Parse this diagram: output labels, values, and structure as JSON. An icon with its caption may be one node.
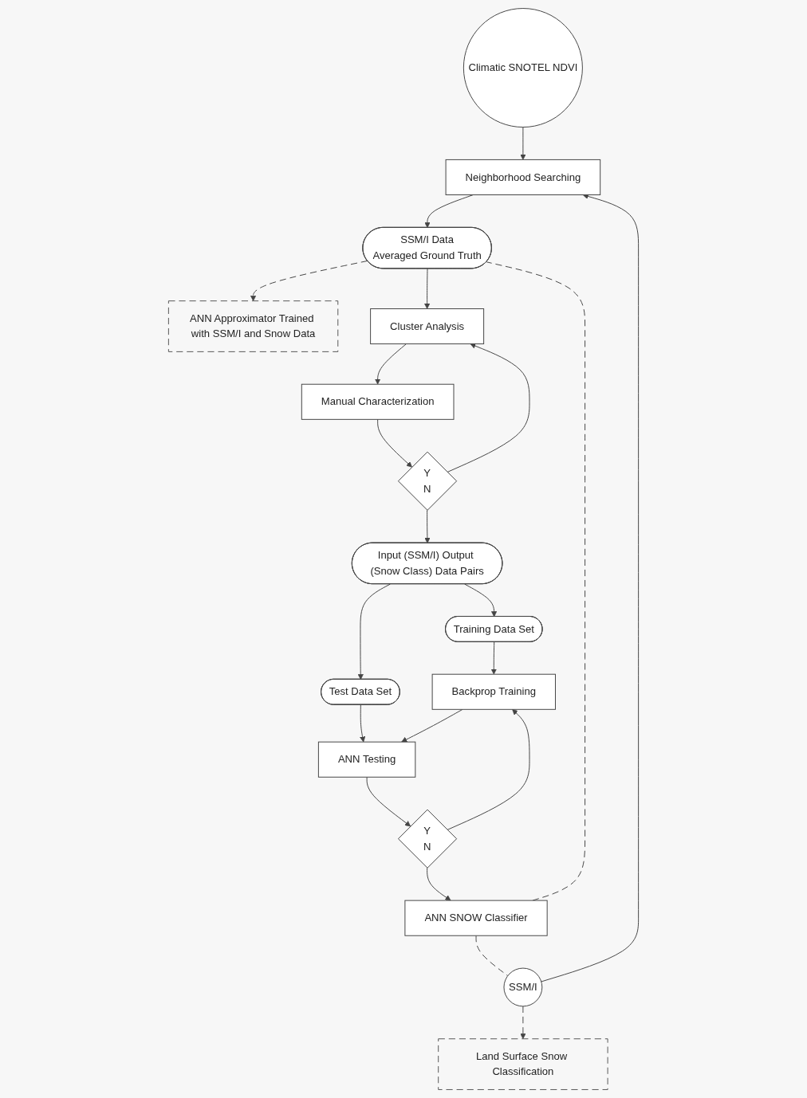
{
  "diagram": {
    "nodes": [
      {
        "text": [
          "Climatic SNOTEL NDVI"
        ]
      },
      {
        "text": [
          "SSM/I"
        ]
      },
      {
        "text": [
          "Land Surface Snow Classification"
        ]
      },
      {
        "text": [
          "Neighborhood Searching"
        ]
      },
      {
        "text": [
          "SSM/I Data",
          "Averaged Ground Truth"
        ]
      },
      {
        "text": [
          "ANN Approximator Trained with SSM/I and Snow Data"
        ]
      },
      {
        "text": [
          "Cluster Analysis"
        ]
      },
      {
        "text": [
          "Manual Characterization"
        ]
      },
      {
        "text": [
          "Y",
          "N"
        ]
      },
      {
        "text": [
          "Input (SSM/I) Output (Snow Class) Data Pairs"
        ]
      },
      {
        "text": [
          "ANN SNOW Classifier"
        ]
      },
      {
        "text": [
          "Training Data Set"
        ]
      },
      {
        "text": [
          "Test Data Set"
        ]
      },
      {
        "text": [
          "Backprop Training"
        ]
      },
      {
        "text": [
          "ANN Testing"
        ]
      },
      {
        "text": [
          "Y",
          "N"
        ]
      }
    ],
    "edges": [
      {
        "from": 0,
        "to": 3,
        "arrow": "to"
      },
      {
        "from": 1,
        "to": 3,
        "arrow": "to"
      },
      {
        "from": 1,
        "to": 2,
        "arrow": "to",
        "style": "dashed"
      },
      {
        "from": 3,
        "to": 4,
        "arrow": "to"
      },
      {
        "from": 4,
        "to": 5,
        "arrow": "to",
        "style": "dashed"
      },
      {
        "from": 4,
        "to": 6,
        "arrow": "to"
      },
      {
        "from": 6,
        "to": 7,
        "arrow": "to"
      },
      {
        "from": 7,
        "to": 8,
        "arrow": "to"
      },
      {
        "from": 8,
        "to": 6,
        "arrow": "to"
      },
      {
        "from": 8,
        "to": 9,
        "arrow": "to"
      },
      {
        "from": 9,
        "to": 11,
        "arrow": "to"
      },
      {
        "from": 9,
        "to": 12,
        "arrow": "to"
      },
      {
        "from": 11,
        "to": 13,
        "arrow": "to"
      },
      {
        "from": 12,
        "to": 14,
        "arrow": "to"
      },
      {
        "from": 13,
        "to": 14,
        "arrow": "to"
      },
      {
        "from": 14,
        "to": 15,
        "arrow": "to"
      },
      {
        "from": 15,
        "to": 10,
        "arrow": "to"
      },
      {
        "from": 15,
        "to": 13,
        "arrow": "to"
      },
      {
        "from": 10,
        "to": 1,
        "arrow": "none",
        "style": "dashed"
      },
      {
        "from": 10,
        "to": 4,
        "arrow": "none",
        "style": "dashed"
      }
    ]
  }
}
